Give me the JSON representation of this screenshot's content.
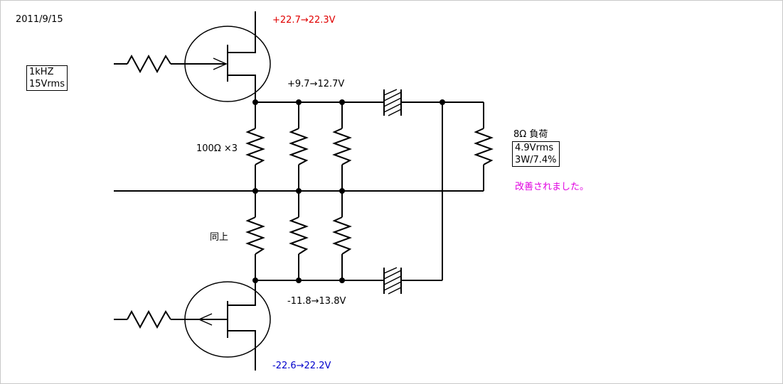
{
  "date": "2011/9/15",
  "source_box": {
    "line1": "1kHZ",
    "line2": "15Vrms"
  },
  "voltages": {
    "top_supply": "+22.7→22.3V",
    "upper_node": "+9.7→12.7V",
    "lower_node": "-11.8→13.8V",
    "bottom_supply": "-22.6→22.2V"
  },
  "resistor_labels": {
    "upper": "100Ω ×3",
    "lower": "同上"
  },
  "load": {
    "title": "8Ω 負荷",
    "line1": "4.9Vrms",
    "line2": "3W/7.4%"
  },
  "note": "改善されました。",
  "colors": {
    "positive": "#e00000",
    "negative": "#0000cc",
    "note": "#e000e0"
  }
}
